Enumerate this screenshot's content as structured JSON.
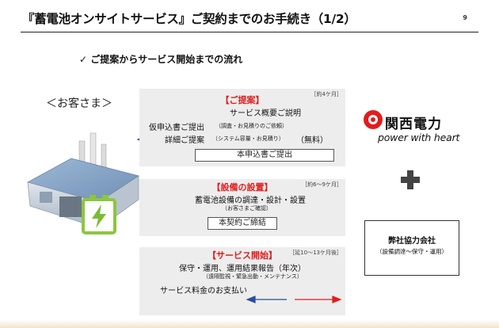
{
  "header": {
    "title": "『蓄電池オンサイトサービス』ご契約までのお手続き（1/2）",
    "page_number": "9",
    "subheading": "✓ ご提案からサービス開始までの流れ"
  },
  "customer_label": "＜お客さま＞",
  "phases": [
    {
      "title": "【ご提案】",
      "duration": "［約4ケ月］",
      "items": [
        {
          "main": "サービス概要ご説明",
          "note": ""
        },
        {
          "main": "仮申込書ご提出",
          "note": "（調査・お見積りのご依頼）"
        },
        {
          "main": "詳細ご提案",
          "note": "（システム容量・お見積り）",
          "suffix": "（無料）"
        }
      ],
      "boxed": "本申込書ご提出"
    },
    {
      "title": "【設備の設置】",
      "duration": "［約6～9ケ月］",
      "items": [
        {
          "main": "蓄電池設備の調達・設計・設置",
          "note": "（お客さまご確認）"
        }
      ],
      "boxed": "本契約ご締結"
    },
    {
      "title": "【サービス開始】",
      "duration": "［延10～13ケ月後］",
      "items": [
        {
          "main": "保守・運用、運用結果報告（年次）",
          "note": "（遠隔監視・緊急出動・メンテナンス）"
        },
        {
          "main": "サービス料金のお支払い",
          "note": ""
        }
      ]
    }
  ],
  "provider": {
    "name": "関西電力",
    "tagline": "power with heart"
  },
  "partner": {
    "name": "弊社協力会社",
    "role": "（設備調達～保守・運用）"
  },
  "colors": {
    "accent_red": "#e21c1c",
    "arrow_blue": "#2a4d9a",
    "panel_gray": "#ededed"
  }
}
